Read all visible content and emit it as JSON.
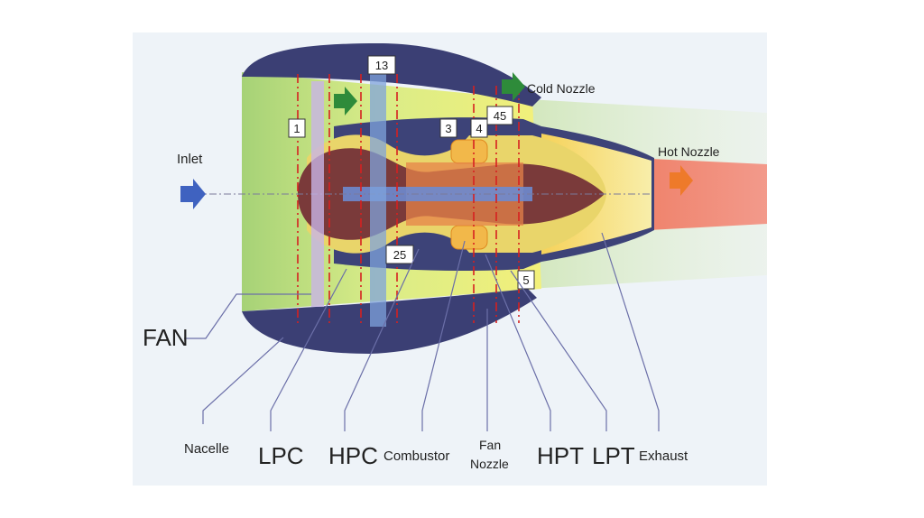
{
  "diagram": {
    "inlet_label": "Inlet",
    "cold_nozzle_label": "Cold Nozzle",
    "hot_nozzle_label": "Hot Nozzle",
    "stations": [
      "1",
      "13",
      "3",
      "4",
      "45",
      "25",
      "5"
    ],
    "components": {
      "fan": "FAN",
      "nacelle": "Nacelle",
      "lpc": "LPC",
      "hpc": "HPC",
      "combustor": "Combustor",
      "fan_nozzle_line1": "Fan",
      "fan_nozzle_line2": "Nozzle",
      "hpt": "HPT",
      "lpt": "LPT",
      "exhaust": "Exhaust"
    },
    "colors": {
      "inlet_arrow": "#3f62c0",
      "cold_arrow": "#2e8b3a",
      "hot_arrow": "#ee7a2a",
      "station_lines": "#d62020",
      "nacelle": "#3b3f74",
      "core": "#7a3a3a",
      "leader_lines": "#6b6fa8"
    }
  }
}
